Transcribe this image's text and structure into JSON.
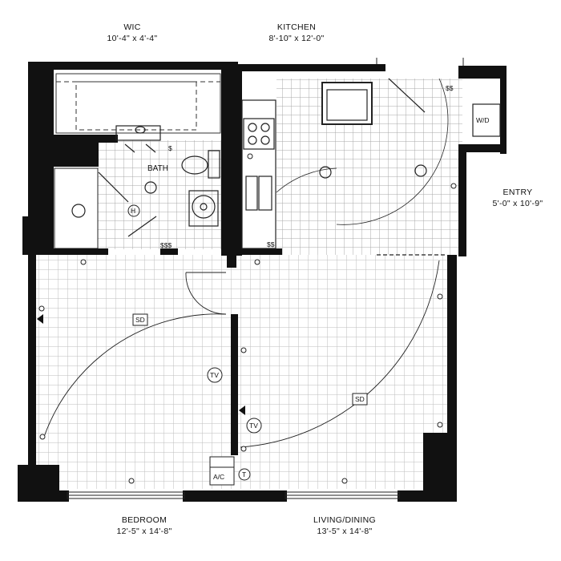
{
  "rooms": {
    "wic": {
      "name": "WIC",
      "dims": "10'-4\" x 4'-4\""
    },
    "kitchen": {
      "name": "KITCHEN",
      "dims": "8'-10\" x 12'-0\""
    },
    "entry": {
      "name": "ENTRY",
      "dims": "5'-0\" x 10'-9\""
    },
    "bath": {
      "name": "BATH"
    },
    "bedroom": {
      "name": "BEDROOM",
      "dims": "12'-5\" x 14'-8\""
    },
    "living": {
      "name": "LIVING/DINING",
      "dims": "13'-5\" x 14'-8\""
    }
  },
  "fixtures": {
    "washer_dryer": "W/D",
    "ac": "A/C",
    "smoke_detector": "SD",
    "tv": "TV",
    "thermostat": "T",
    "heater": "H",
    "switch": "$",
    "switch3": "$$$",
    "switch2": "$$"
  },
  "colors": {
    "wall": "#111111",
    "grid": "#bdbdbd",
    "line": "#222222"
  }
}
